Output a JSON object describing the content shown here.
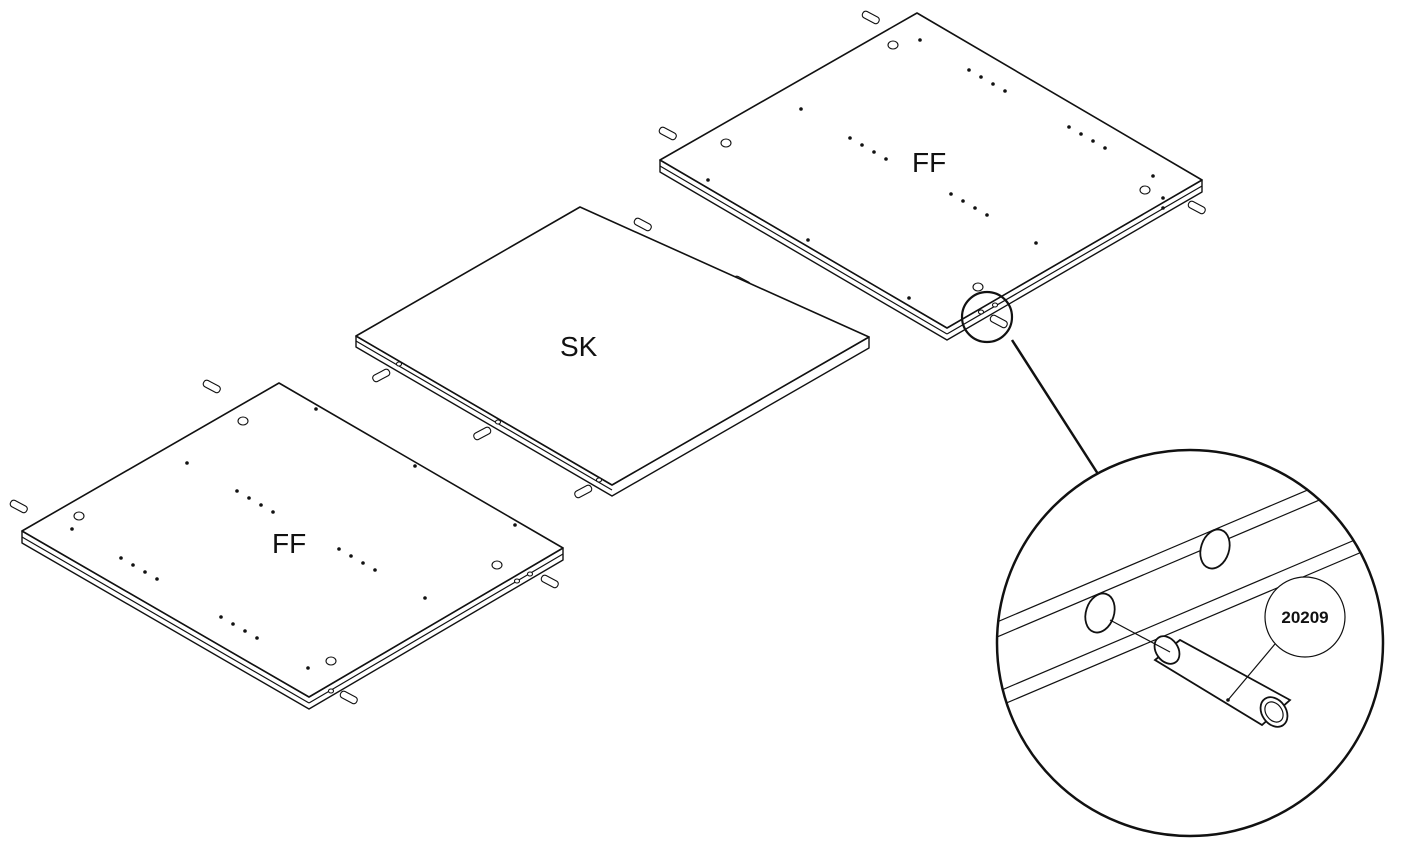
{
  "panels": {
    "top_right_label": "FF",
    "middle_label": "SK",
    "bottom_left_label": "FF"
  },
  "detail": {
    "part_number": "20209"
  }
}
